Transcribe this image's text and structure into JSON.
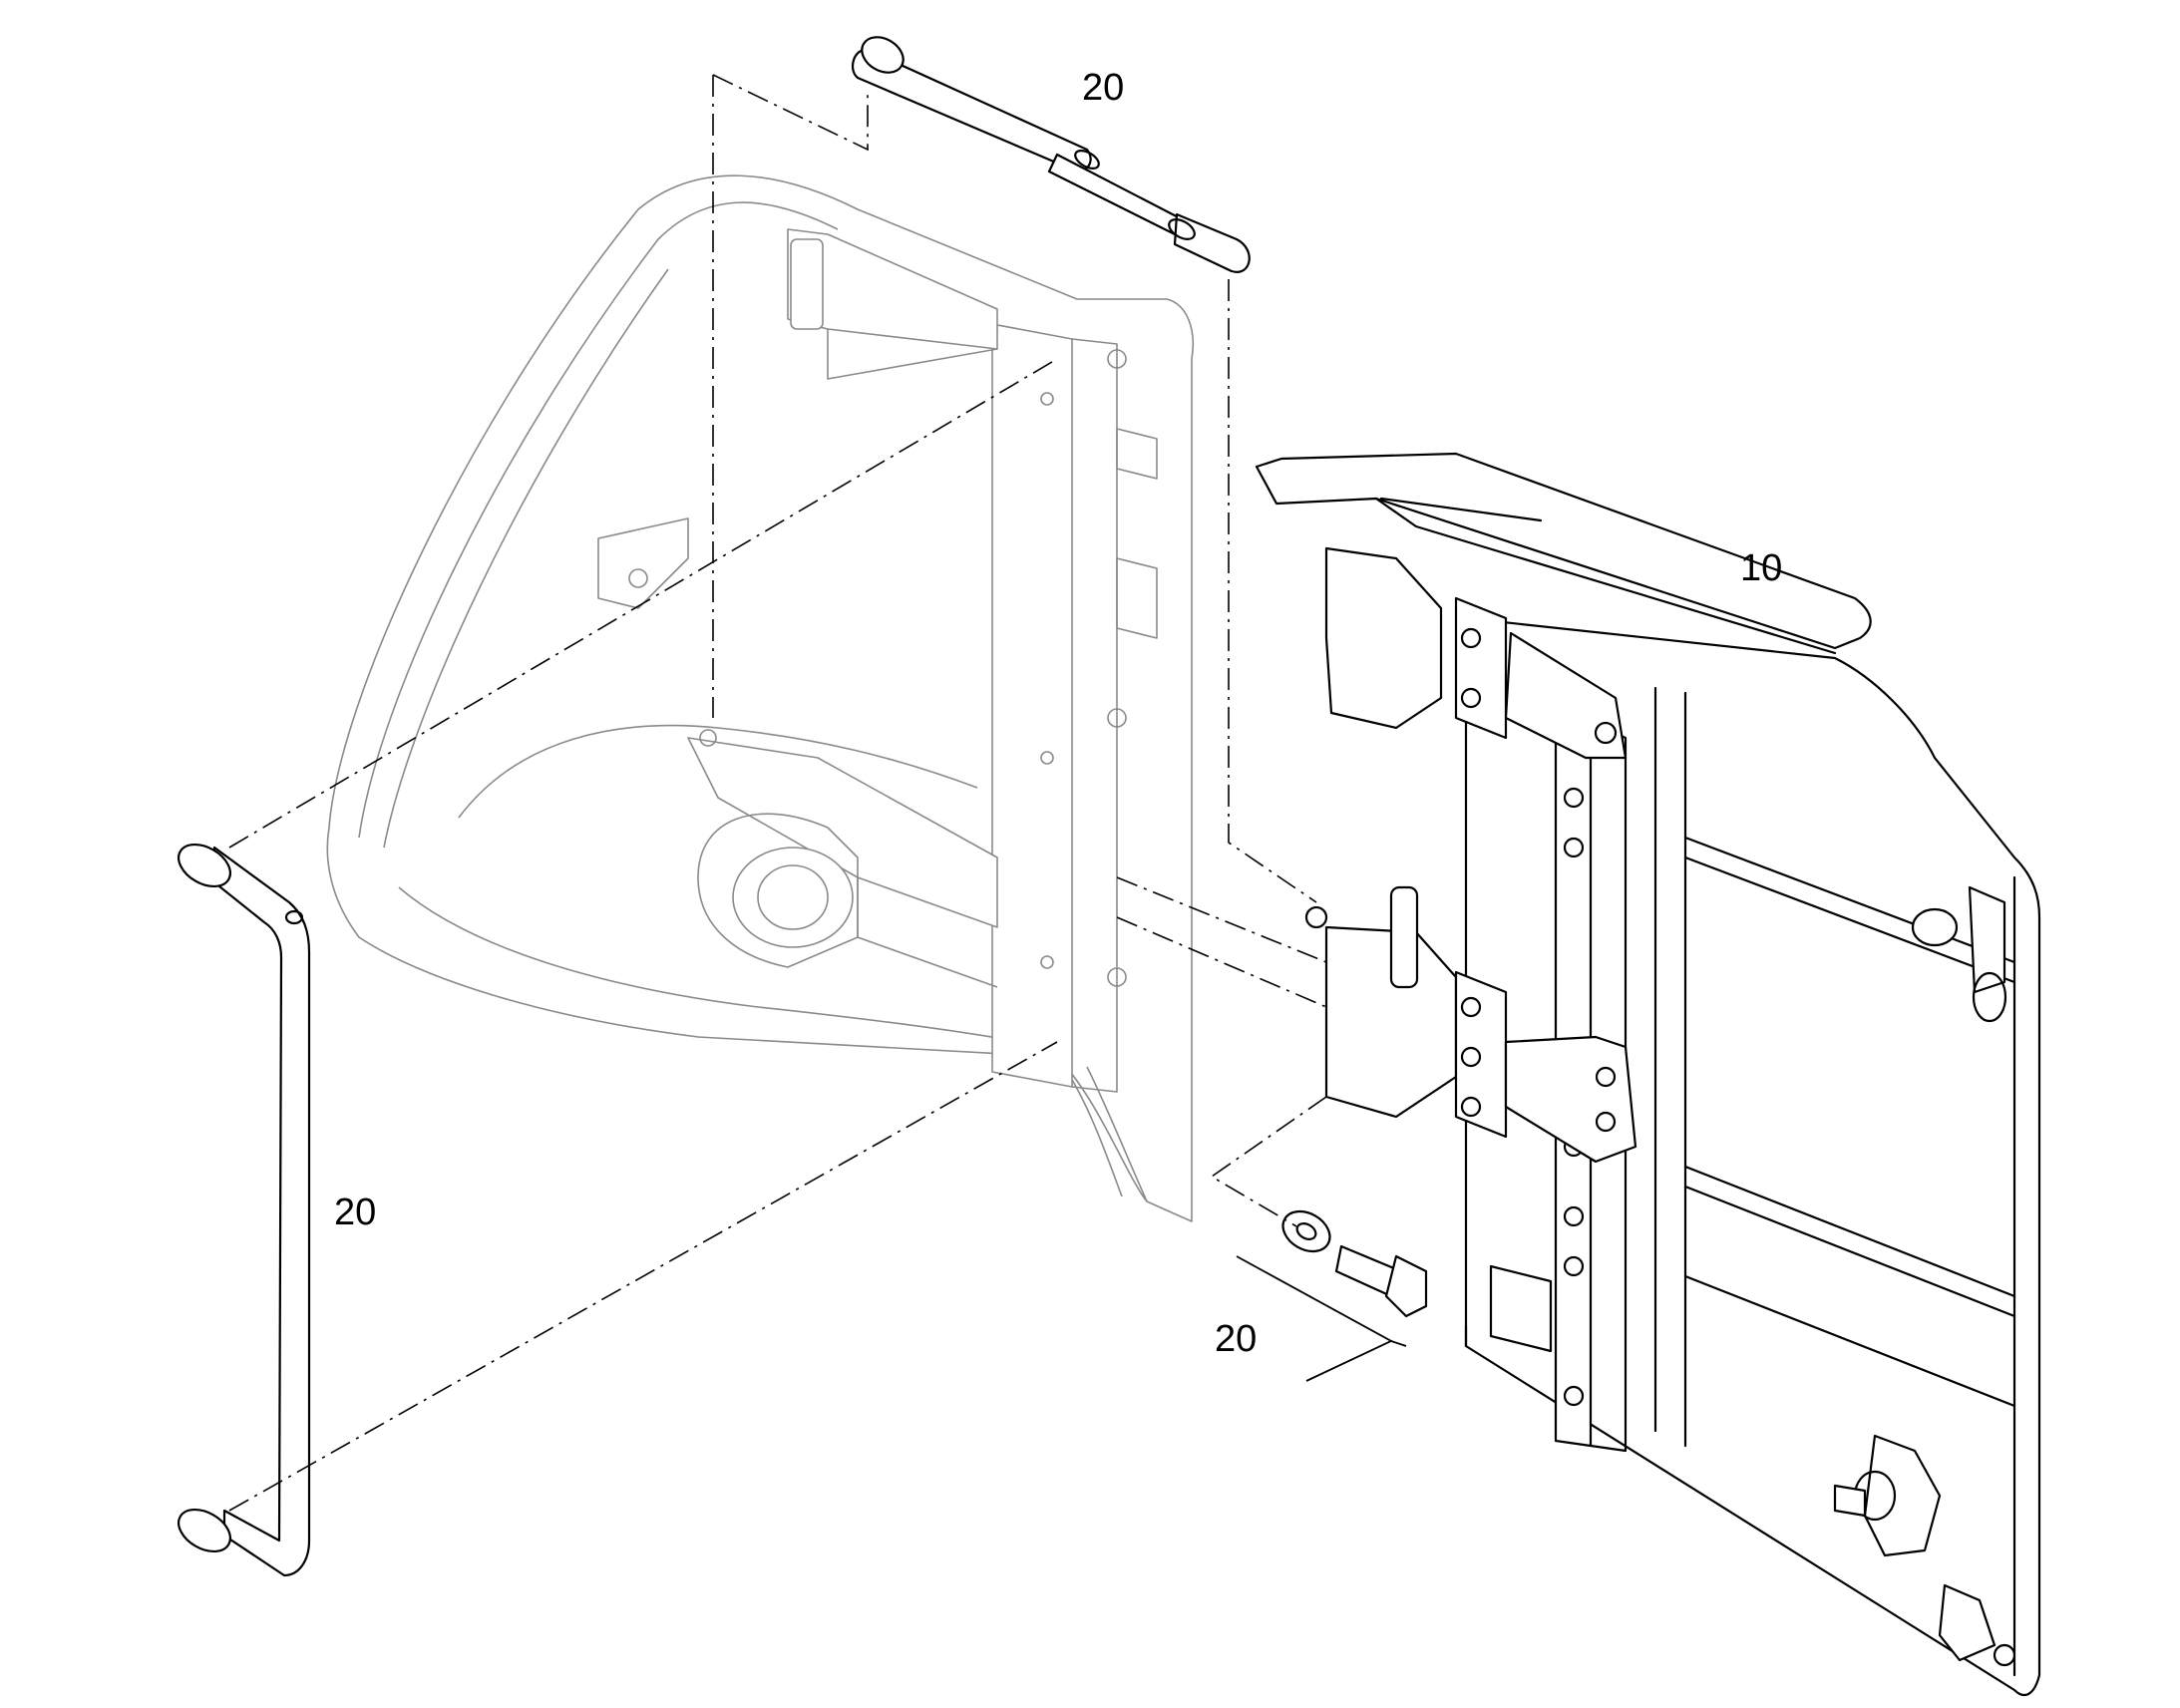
{
  "callouts": {
    "gas_strut": "20",
    "door_panel": "10",
    "handle": "20",
    "bolt_kit": "20"
  },
  "colors": {
    "line": "#000000",
    "ghost_line": "#8a8a8a",
    "background": "#ffffff"
  }
}
